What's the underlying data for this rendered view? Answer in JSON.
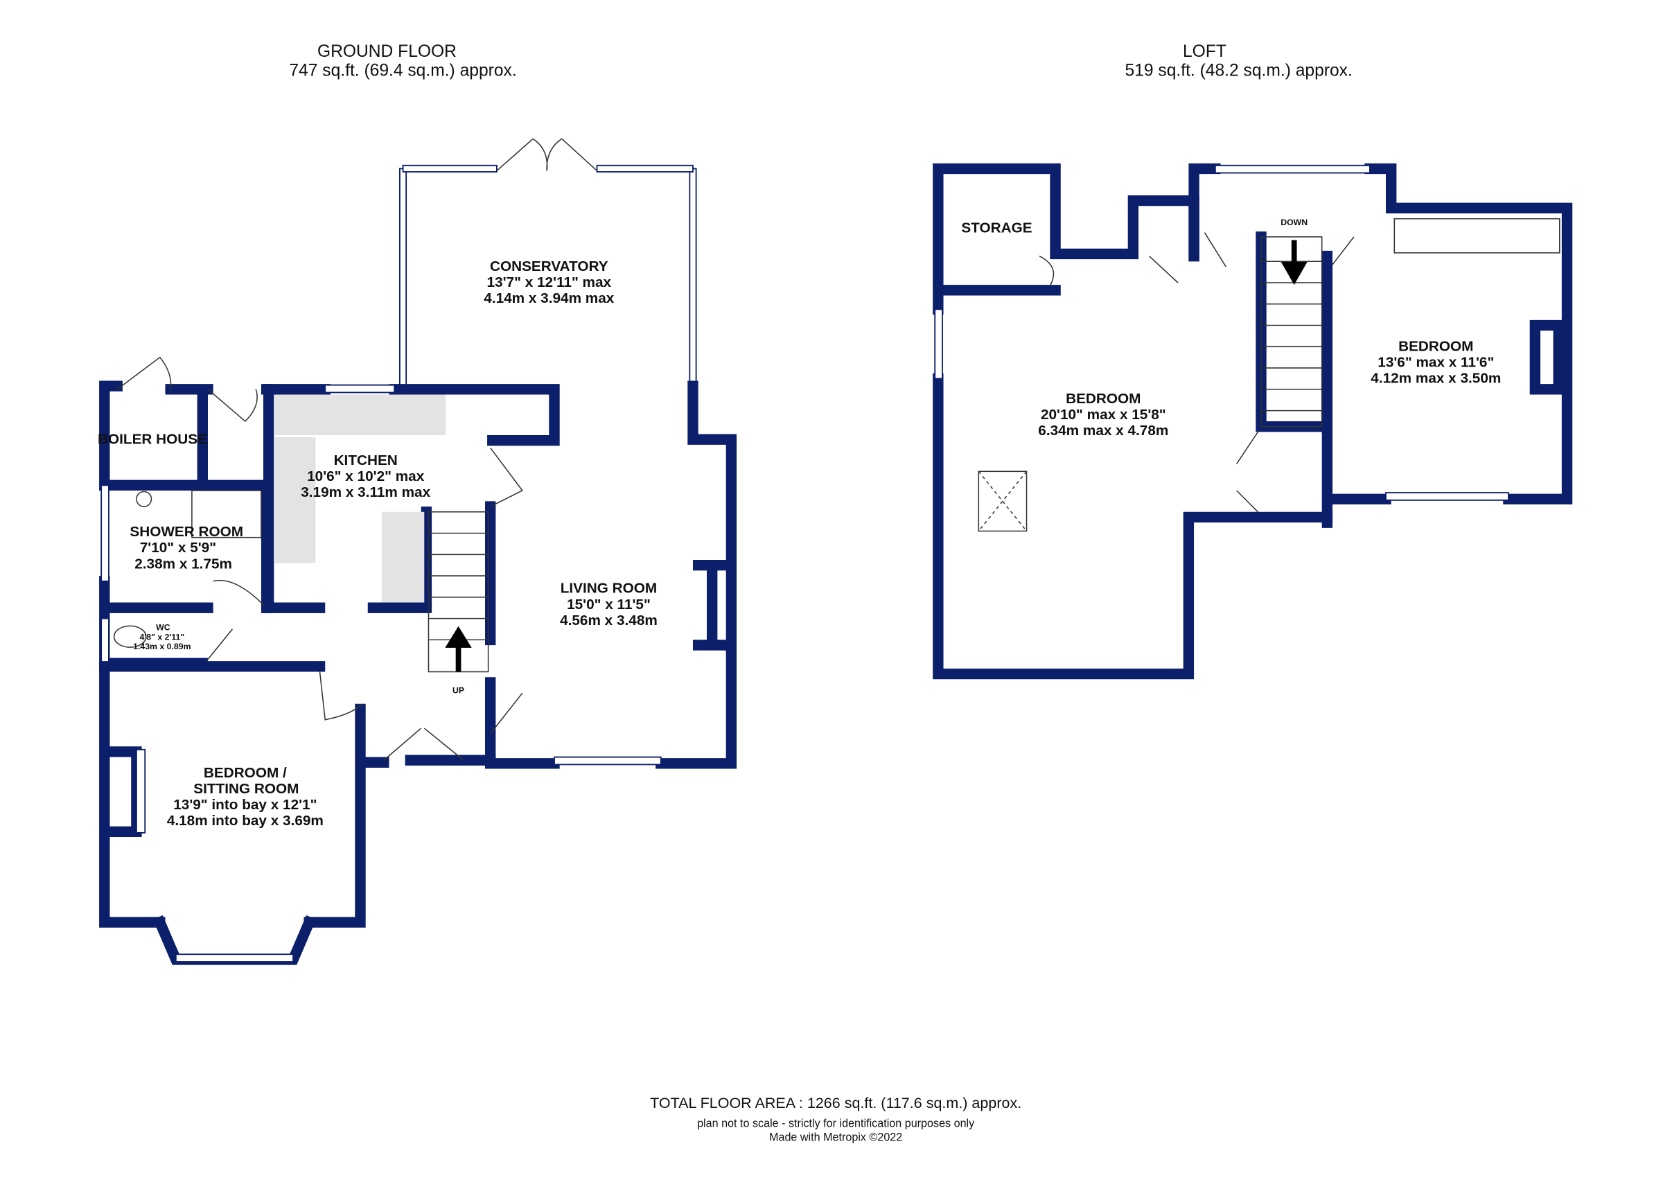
{
  "colors": {
    "wall": "#0c1f6b",
    "fixture": "#e3e3e3"
  },
  "ground_floor": {
    "title": "GROUND FLOOR",
    "area": "747 sq.ft. (69.4 sq.m.) approx.",
    "rooms": {
      "conservatory": {
        "name": "CONSERVATORY",
        "imperial": "13'7\"  x 12'11\" max",
        "metric": "4.14m  x 3.94m max"
      },
      "kitchen": {
        "name": "KITCHEN",
        "imperial": "10'6\"  x 10'2\" max",
        "metric": "3.19m  x 3.11m max"
      },
      "boiler_house": {
        "name": "BOILER HOUSE"
      },
      "shower_room": {
        "name": "SHOWER ROOM",
        "imperial": "7'10\"  x 5'9\"",
        "metric": "2.38m  x 1.75m"
      },
      "wc": {
        "name": "WC",
        "imperial": "4'8\"  x 2'11\"",
        "metric": "1.43m  x 0.89m"
      },
      "living_room": {
        "name": "LIVING ROOM",
        "imperial": "15'0\"  x 11'5\"",
        "metric": "4.56m  x 3.48m"
      },
      "bedroom_sitting": {
        "name_line1": "BEDROOM /",
        "name_line2": "SITTING ROOM",
        "imperial": "13'9\" into bay x 12'1\"",
        "metric": "4.18m into bay x 3.69m"
      }
    },
    "stairs_label": "UP"
  },
  "loft": {
    "title": "LOFT",
    "area": "519 sq.ft. (48.2 sq.m.) approx.",
    "rooms": {
      "storage": {
        "name": "STORAGE"
      },
      "bedroom_main": {
        "name": "BEDROOM",
        "imperial": "20'10\" max x 15'8\"",
        "metric": "6.34m max x 4.78m"
      },
      "bedroom_2": {
        "name": "BEDROOM",
        "imperial": "13'6\" max x 11'6\"",
        "metric": "4.12m max x 3.50m"
      }
    },
    "stairs_label": "DOWN"
  },
  "footer": {
    "total": "TOTAL FLOOR AREA : 1266 sq.ft. (117.6 sq.m.) approx.",
    "disclaimer": "plan not to scale - strictly for identification purposes only",
    "credit": "Made with Metropix ©2022"
  }
}
